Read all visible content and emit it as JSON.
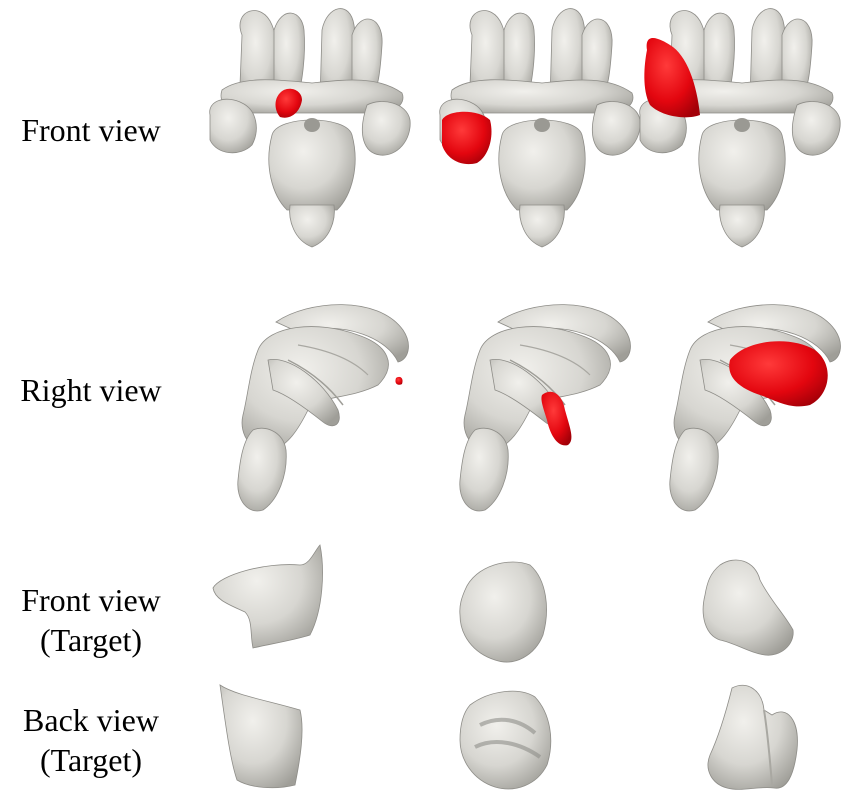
{
  "rows": [
    {
      "label": "Front view",
      "sublabel": ""
    },
    {
      "label": "Right view",
      "sublabel": ""
    },
    {
      "label": "Front view",
      "sublabel": "(Target)"
    },
    {
      "label": "Back view",
      "sublabel": "(Target)"
    }
  ],
  "colors": {
    "bone": "#d9d8d3",
    "bone_shadow": "#a9a8a2",
    "bone_edge": "#8e8d88",
    "highlight": "#e3060f",
    "highlight_dark": "#a90008"
  }
}
